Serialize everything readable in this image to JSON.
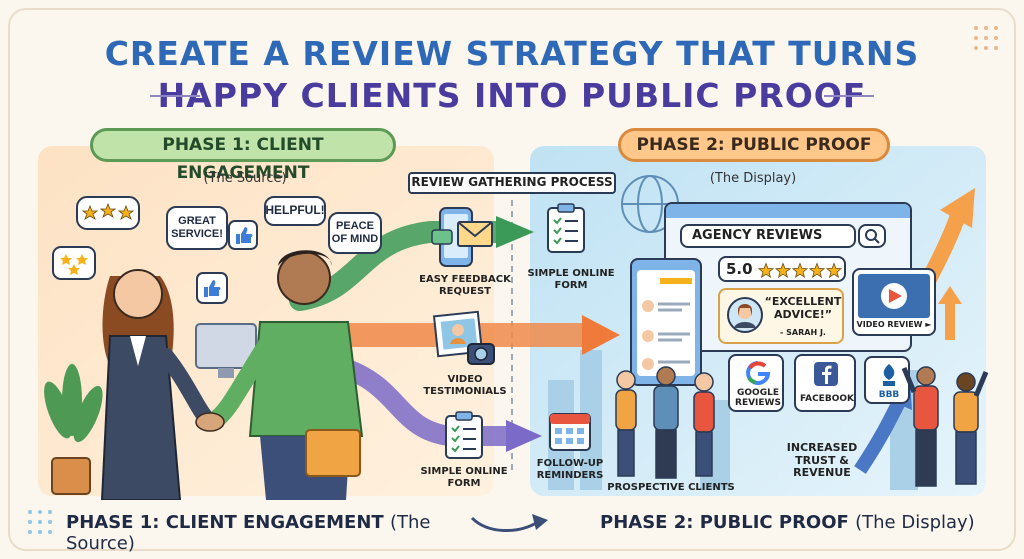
{
  "title": {
    "line1": "CREATE A REVIEW STRATEGY THAT TURNS",
    "line2": "HAPPY CLIENTS INTO PUBLIC PROOF"
  },
  "phase1": {
    "label": "PHASE 1: CLIENT ENGAGEMENT",
    "sub": "(The Source)"
  },
  "phase2": {
    "label": "PHASE 2: PUBLIC PROOF",
    "sub": "(The Display)"
  },
  "process_label": "REVIEW GATHERING PROCESS",
  "bubbles": {
    "great": "GREAT SERVICE!",
    "helpful": "HELPFUL!",
    "peace": "PEACE OF MIND"
  },
  "steps": [
    {
      "label": "EASY FEEDBACK REQUEST",
      "icon": "phone-envelope-icon"
    },
    {
      "label": "VIDEO TESTIMONIALS",
      "icon": "photo-camera-icon"
    },
    {
      "label": "SIMPLE ONLINE FORM",
      "icon": "clipboard-icon"
    }
  ],
  "targets": [
    {
      "label": "SIMPLE ONLINE FORM",
      "icon": "clipboard-icon"
    },
    {
      "label": "FOLLOW-UP REMINDERS",
      "icon": "calendar-icon"
    }
  ],
  "display": {
    "search": "AGENCY REVIEWS",
    "rating": "5.0",
    "stars": 5,
    "quote": "“EXCELLENT ADVICE!”",
    "quote_author": "- SARAH J.",
    "video_label": "VIDEO REVIEW ►",
    "platforms": [
      "GOOGLE REVIEWS",
      "FACEBOOK",
      "BBB"
    ],
    "clients_label": "PROSPECTIVE CLIENTS",
    "trust_label": "INCREASED TRUST & REVENUE"
  },
  "footer": {
    "left_bold": "PHASE 1: CLIENT ENGAGEMENT",
    "left_normal": "(The Source)",
    "right_bold": "PHASE 2: PUBLIC PROOF",
    "right_normal": "(The Display)"
  },
  "colors": {
    "title_blue": "#2e69b8",
    "title_purple": "#4a3c9e",
    "phase1_green": "#bfe3a8",
    "phase2_orange": "#ffc88a",
    "star": "#f5b21b"
  }
}
